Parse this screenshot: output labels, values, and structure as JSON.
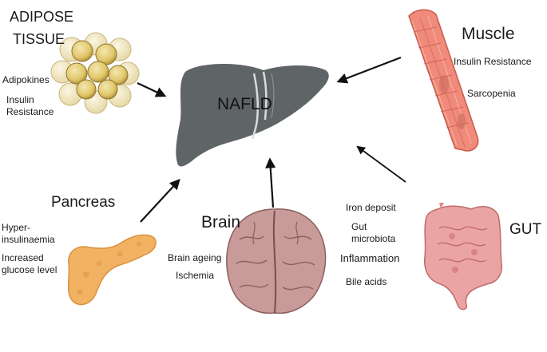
{
  "center": {
    "label": "NAFLD"
  },
  "adipose": {
    "title_line1": "ADIPOSE",
    "title_line2": "TISSUE",
    "factors": [
      "Adipokines",
      "Insulin\nResistance"
    ]
  },
  "muscle": {
    "title": "Muscle",
    "factors": [
      "Insulin Resistance",
      "Sarcopenia"
    ]
  },
  "pancreas": {
    "title": "Pancreas",
    "factors": [
      "Hyper-\ninsulinaemia",
      "Increased\nglucose level"
    ]
  },
  "brain": {
    "title": "Brain",
    "factors": [
      "Brain ageing",
      "Ischemia"
    ]
  },
  "gut": {
    "title": "GUT",
    "factors": [
      "Iron deposit",
      "Gut\nmicrobiota",
      "Inflammation",
      "Bile acids"
    ]
  },
  "colors": {
    "liver": "#5f6566",
    "adipose_fill": "#e8d487",
    "muscle": "#f08a7a",
    "pancreas": "#f2b264",
    "brain": "#c99a9a",
    "gut": "#eba4a4",
    "arrow": "#111111"
  }
}
